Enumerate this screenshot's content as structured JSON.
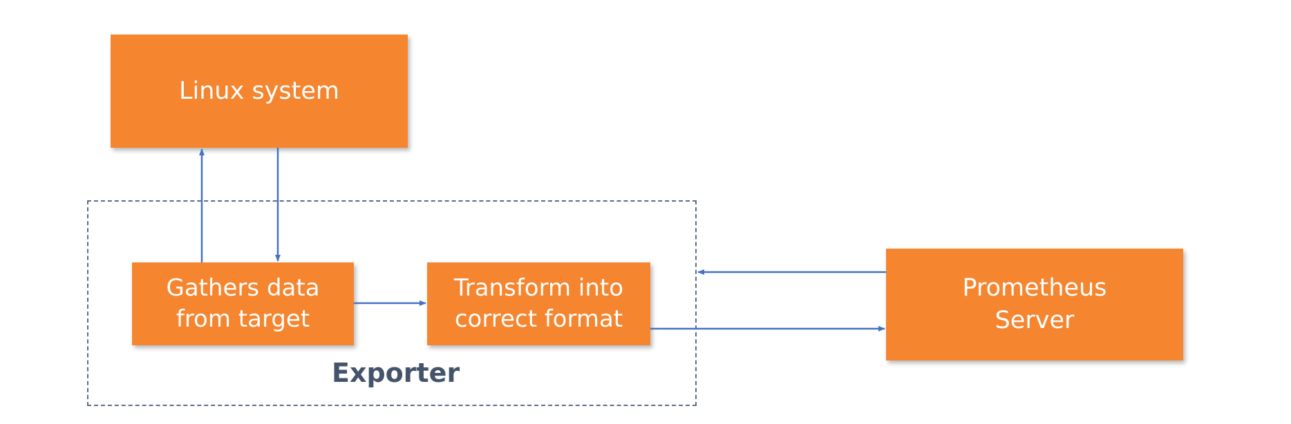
{
  "diagram": {
    "linux_system": "Linux system",
    "gathers": "Gathers data\nfrom target",
    "transform": "Transform into\ncorrect format",
    "prometheus": "Prometheus\nServer",
    "exporter": "Exporter"
  },
  "colors": {
    "box_fill": "#F5852F",
    "arrow": "#4472C4",
    "frame": "#5A6B85",
    "label": "#44546A"
  }
}
